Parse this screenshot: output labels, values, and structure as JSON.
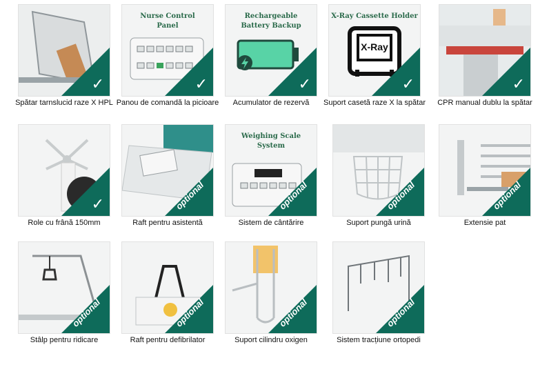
{
  "items": [
    {
      "caption": "Spătar tarnslucid raze X HPL",
      "badge": "check",
      "title": ""
    },
    {
      "caption": "Panou de comandă la picioare",
      "badge": "check",
      "title": "Nurse Control\nPanel"
    },
    {
      "caption": "Acumulator de rezervă",
      "badge": "check",
      "title": "Rechargeable\nBattery Backup"
    },
    {
      "caption": "Suport casetă raze X la spătar",
      "badge": "check",
      "title": "X-Ray Cassette Holder",
      "screen_text": "X-Ray"
    },
    {
      "caption": "CPR manual dublu la spătar",
      "badge": "check",
      "title": ""
    },
    {
      "caption": "Role cu frână 150mm",
      "badge": "check",
      "title": ""
    },
    {
      "caption": "Raft pentru asistentă",
      "badge": "optional",
      "title": ""
    },
    {
      "caption": "Sistem de cântărire",
      "badge": "optional",
      "title": "Weighing Scale\nSystem"
    },
    {
      "caption": "Suport pungă urină",
      "badge": "optional",
      "title": ""
    },
    {
      "caption": "Extensie pat",
      "badge": "optional",
      "title": ""
    },
    {
      "caption": "Stâlp pentru ridicare",
      "badge": "optional",
      "title": ""
    },
    {
      "caption": "Raft pentru defibrilator",
      "badge": "optional",
      "title": ""
    },
    {
      "caption": "Suport cilindru oxigen",
      "badge": "optional",
      "title": ""
    },
    {
      "caption": "Sistem tracțiune ortopedi",
      "badge": "optional",
      "title": ""
    }
  ],
  "badge_labels": {
    "optional": "optional",
    "check": "✓"
  },
  "colors": {
    "badge": "#0e6b5a",
    "title": "#2a6a4a",
    "tile_bg": "#f3f4f4",
    "battery": "#58d3a6"
  }
}
